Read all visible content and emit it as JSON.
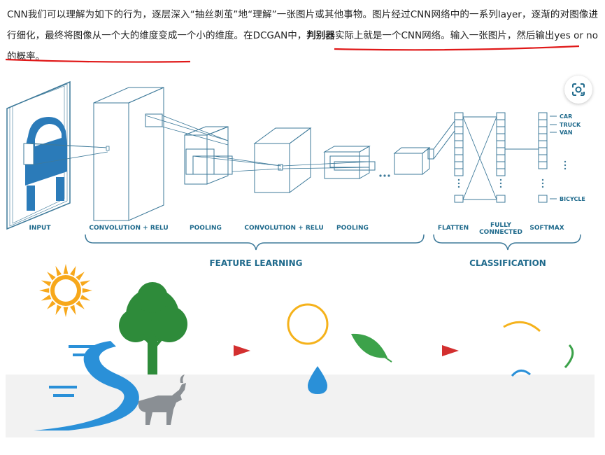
{
  "paragraph": {
    "s1": "CNN我们可以理解为如下的行为，逐层深入“抽丝剥茧”地“理解”一张图片或其他事物。图片经过CNN网络中的一系列layer，逐渐的对图像进行细化，最终将图像从一个大的维度变成一个小的维度。",
    "s2a": "在DCGAN中，",
    "s2b": "判别器",
    "s2c": "实际上就是一个CNN网络。输入一张图片，然后输出yes or no的概率。"
  },
  "diagram": {
    "stage_labels": {
      "input": "INPUT",
      "conv1": "CONVOLUTION + RELU",
      "pool1": "POOLING",
      "conv2": "CONVOLUTION + RELU",
      "pool2": "POOLING",
      "flatten": "FLATTEN",
      "fully1": "FULLY",
      "fully2": "CONNECTED",
      "softmax": "SOFTMAX"
    },
    "group_labels": {
      "feature": "FEATURE LEARNING",
      "classification": "CLASSIFICATION"
    },
    "class_labels": {
      "car": "CAR",
      "truck": "TRUCK",
      "van": "VAN",
      "bicycle": "BICYCLE"
    },
    "colors": {
      "line": "#3e7a9a",
      "label": "#1f6a8c",
      "car": "#2b7bb9"
    }
  },
  "illustration": {
    "colors": {
      "sun": "#f7a81b",
      "tree": "#2e8b3a",
      "river": "#2a90d8",
      "goat": "#8a8f94",
      "arrow": "#d32f2f",
      "circle": "#f5b21b",
      "drop": "#2a90d8",
      "leaf": "#3ca24a"
    }
  },
  "lens_button": {
    "icon": "google-lens-icon"
  }
}
